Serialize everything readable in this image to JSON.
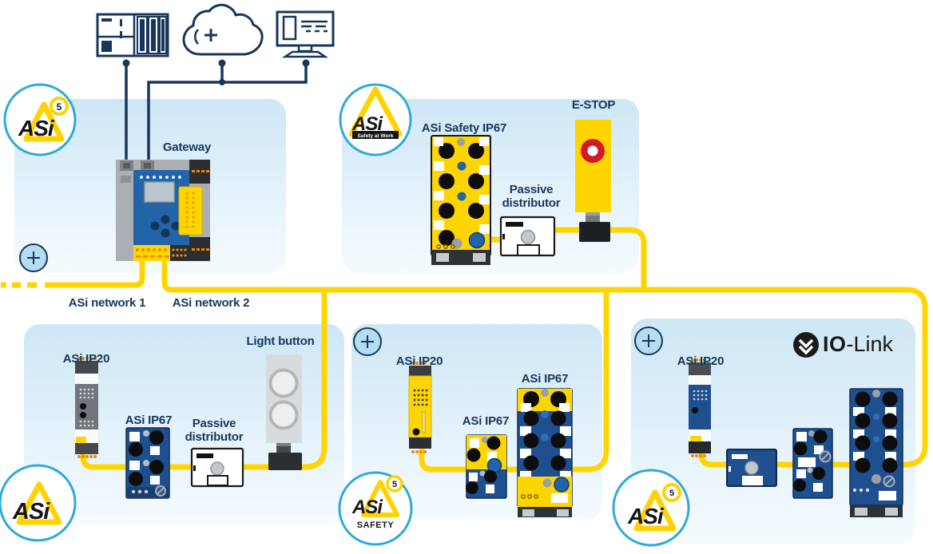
{
  "labels": {
    "gateway": "Gateway",
    "asi_network_1": "ASi network 1",
    "asi_network_2": "ASi network 2",
    "asi_safety_ip67": "ASi Safety IP67",
    "passive_distributor": "Passive distributor",
    "e_stop": "E-STOP",
    "asi_ip20": "ASi IP20",
    "asi_ip67": "ASi IP67",
    "light_button": "Light button"
  },
  "badges": {
    "asi5_top_left": {
      "brand": "ASi",
      "version": "5"
    },
    "asi_safety_at_work": {
      "brand": "ASi",
      "subtitle": "Safety at Work"
    },
    "asi_bottom_left": {
      "brand": "ASi"
    },
    "asi5_safety": {
      "brand": "ASi",
      "version": "5",
      "subtitle": "SAFETY"
    },
    "asi5_bottom_right": {
      "brand": "ASi",
      "version": "5"
    }
  },
  "io_link": {
    "bold": "IO",
    "rest": "-Link"
  },
  "icons": {
    "plc": "plc-rack-icon",
    "cloud": "cloud-plus-icon",
    "workstation": "monitor-icon",
    "plus_buttons": "plus-icon",
    "io_link_mark": "io-link-circle-icon"
  },
  "colors": {
    "cable_yellow": "#FFD500",
    "line_navy": "#17365C",
    "panel_blue_top": "#CDE7F5",
    "badge_ring_cyan": "#2FA9DC",
    "module_blue": "#1E4F8F",
    "safety_yellow": "#FFD500",
    "estop_red": "#D81626",
    "terminal_orange": "#F08700"
  }
}
